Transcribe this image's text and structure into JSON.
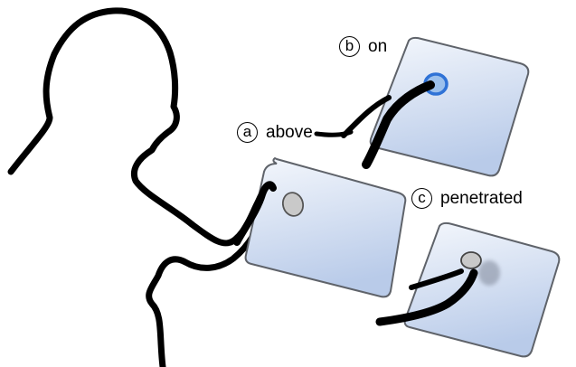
{
  "labels": {
    "a": {
      "letter": "a",
      "text": "above"
    },
    "b": {
      "letter": "b",
      "text": "on"
    },
    "c": {
      "letter": "c",
      "text": "penetrated"
    }
  },
  "colors": {
    "outline": "#000000",
    "panel_top": "#f4f7fc",
    "panel_bottom": "#b9cbe9",
    "panel_border": "#5f636a",
    "target_blue": "#2f72d6",
    "target_gray": "#c9c9c9"
  }
}
